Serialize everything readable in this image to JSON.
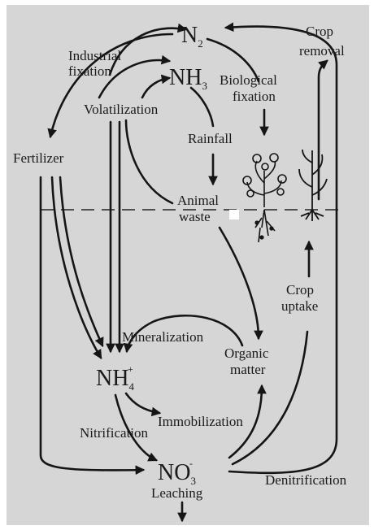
{
  "pools": {
    "n2": {
      "main": "N",
      "sub": "2"
    },
    "nh3": {
      "main": "NH",
      "sub": "3"
    },
    "nh4": {
      "main": "NH",
      "sub": "4",
      "sup": "+"
    },
    "no3": {
      "main": "NO",
      "sub": "3",
      "sup": "-"
    },
    "fertilizer": "Fertilizer",
    "animal_waste": [
      "Animal",
      "waste"
    ],
    "organic_matter": [
      "Organic",
      "matter"
    ]
  },
  "processes": {
    "industrial_fixation": [
      "Industrial",
      "fixation"
    ],
    "biological_fixation": [
      "Biological",
      "fixation"
    ],
    "crop_removal": [
      "Crop",
      "removal"
    ],
    "volatilization": "Volatilization",
    "rainfall": "Rainfall",
    "crop_uptake": [
      "Crop",
      "uptake"
    ],
    "mineralization": "Mineralization",
    "immobilization": "Immobilization",
    "nitrification": "Nitrification",
    "denitrification": "Denitrification",
    "leaching": "Leaching"
  }
}
